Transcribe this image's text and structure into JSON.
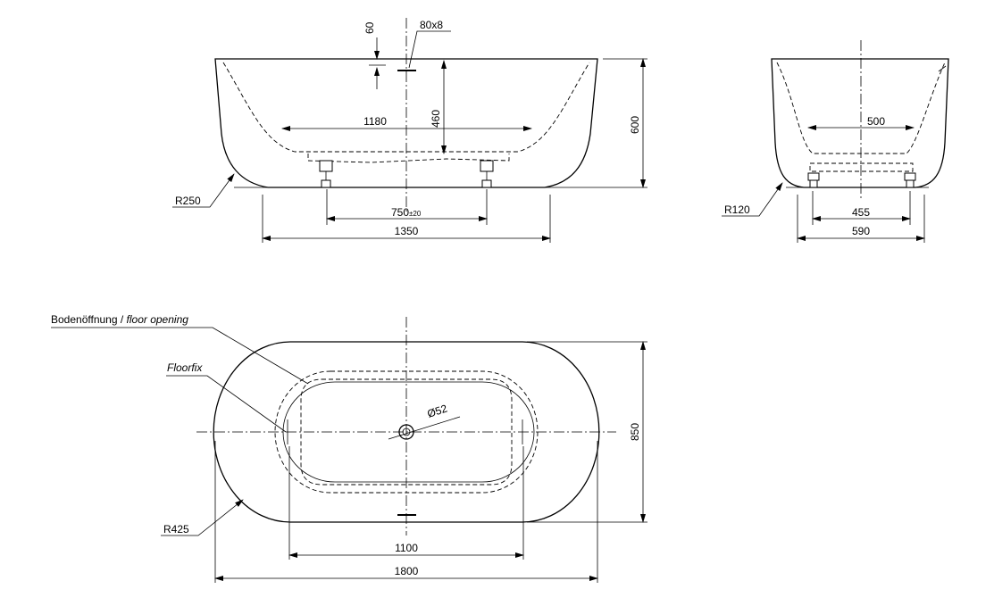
{
  "drawing": {
    "front_view": {
      "depth_offset": "60",
      "drain_size": "80x8",
      "inner_height": "460",
      "inner_length": "1180",
      "total_height": "600",
      "feet_spacing": "750",
      "feet_spacing_tol": "±20",
      "total_length": "1350",
      "radius": "R250"
    },
    "side_view": {
      "inner_width": "500",
      "feet_spacing": "455",
      "total_width": "590",
      "radius": "R120"
    },
    "top_view": {
      "floor_opening_label": "Bodenöffnung /",
      "floor_opening_label_en": "floor opening",
      "floorfix_label": "Floorfix",
      "drain_diameter": "Ø52",
      "total_width": "850",
      "inner_length": "1100",
      "total_length": "1800",
      "radius": "R425"
    }
  }
}
